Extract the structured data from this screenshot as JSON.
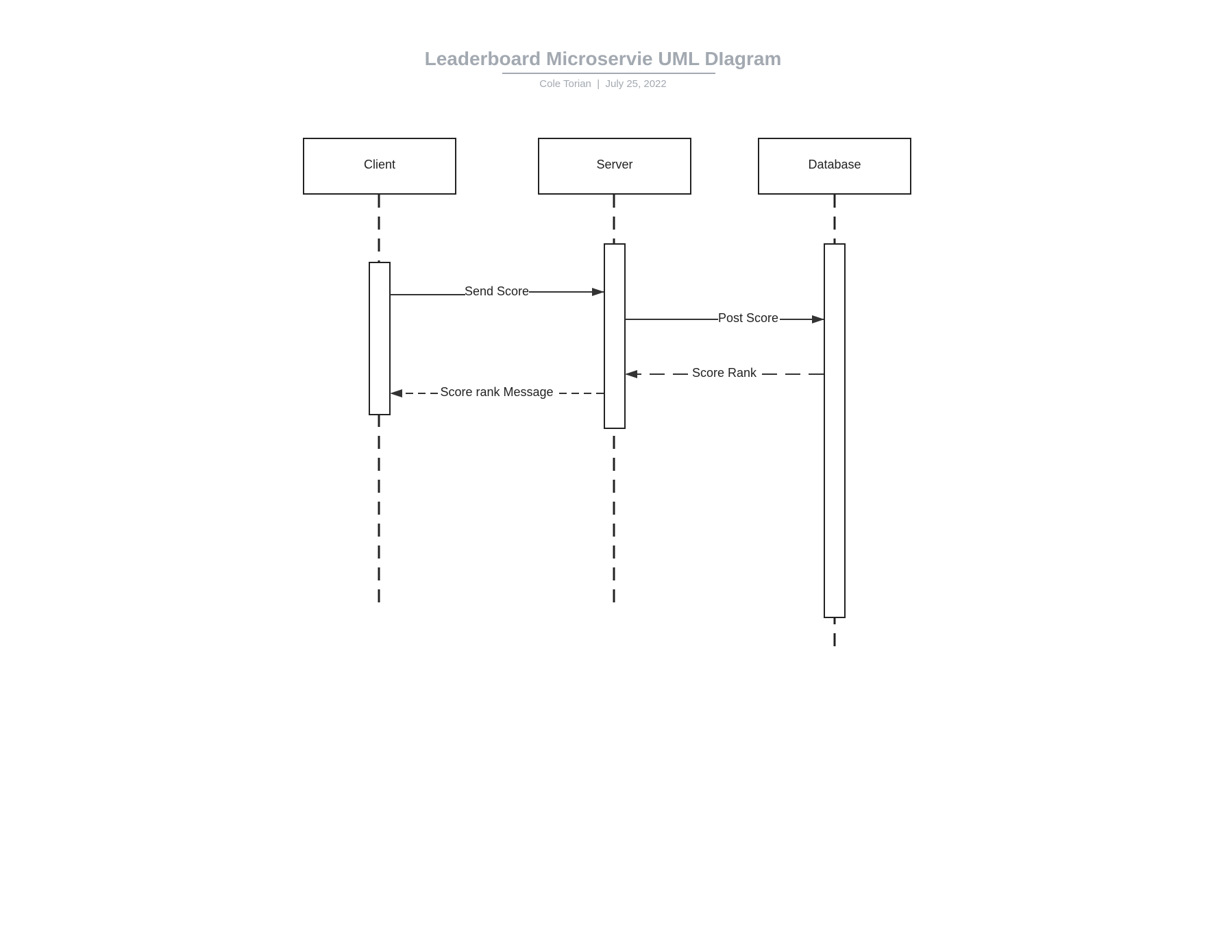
{
  "header": {
    "title": "Leaderboard Microservie UML DIagram",
    "author": "Cole Torian",
    "separator": "|",
    "date": "July 25, 2022"
  },
  "diagram": {
    "type": "sequence",
    "line_color": "#222222",
    "participants": [
      {
        "id": "client",
        "label": "Client"
      },
      {
        "id": "server",
        "label": "Server"
      },
      {
        "id": "database",
        "label": "Database"
      }
    ],
    "messages": [
      {
        "from": "client",
        "to": "server",
        "label": "Send Score",
        "style": "solid"
      },
      {
        "from": "server",
        "to": "database",
        "label": "Post Score",
        "style": "solid"
      },
      {
        "from": "database",
        "to": "server",
        "label": "Score Rank",
        "style": "dashed-return"
      },
      {
        "from": "server",
        "to": "client",
        "label": "Score rank Message",
        "style": "dashed-return"
      }
    ]
  }
}
